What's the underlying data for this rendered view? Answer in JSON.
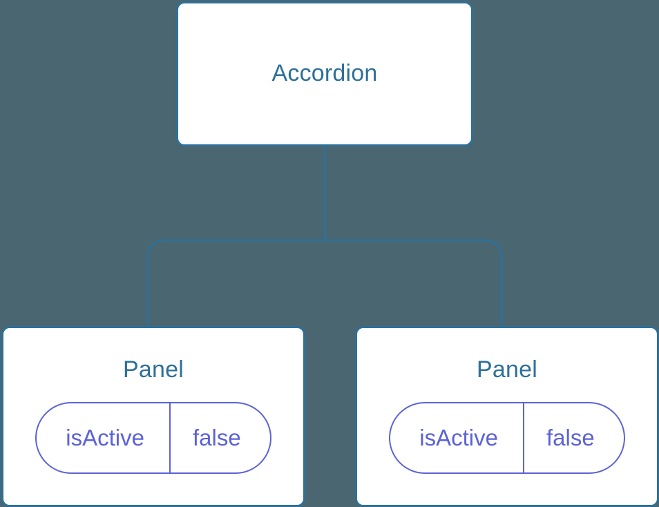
{
  "diagram": {
    "type": "component-tree",
    "background_color": "#4a6670",
    "node_border_color": "#2e7099",
    "node_fill_color": "#ffffff",
    "node_title_color": "#2e7099",
    "prop_color": "#5c62d6",
    "connector_color": "#2e7099",
    "root": {
      "title": "Accordion"
    },
    "children": [
      {
        "title": "Panel",
        "props": [
          {
            "key": "isActive",
            "value": "false"
          }
        ]
      },
      {
        "title": "Panel",
        "props": [
          {
            "key": "isActive",
            "value": "false"
          }
        ]
      }
    ]
  }
}
